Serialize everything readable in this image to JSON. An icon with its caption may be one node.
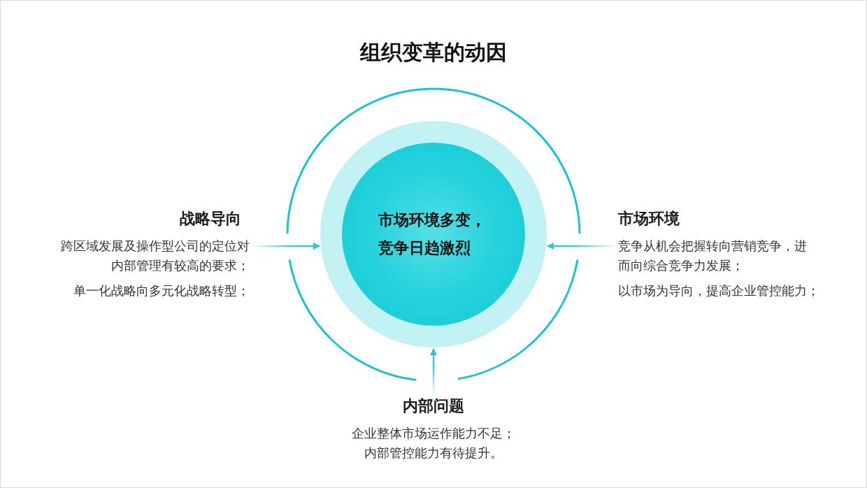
{
  "diagram": {
    "title": "组织变革的动因",
    "nodes": [
      {
        "text": [
          "市场环境多变，竞争日趋激烈"
        ]
      },
      {
        "text": [
          "战略导向",
          "跨区域发展及操作型公司的定位对内部管理有较高的要求；",
          "单一化战略向多元化战略转型；"
        ]
      },
      {
        "text": [
          "市场环境",
          "竞争从机会把握转向营销竞争，进而向综合竞争力发展；",
          "以市场为导向，提高企业管控能力；"
        ]
      },
      {
        "text": [
          "内部问题",
          "企业整体市场运作能力不足；内部管控能力有待提升。"
        ]
      }
    ],
    "edges": [
      {
        "from": 1,
        "to": 0,
        "arrow": "to"
      },
      {
        "from": 2,
        "to": 0,
        "arrow": "to"
      },
      {
        "from": 3,
        "to": 0,
        "arrow": "to"
      }
    ]
  }
}
